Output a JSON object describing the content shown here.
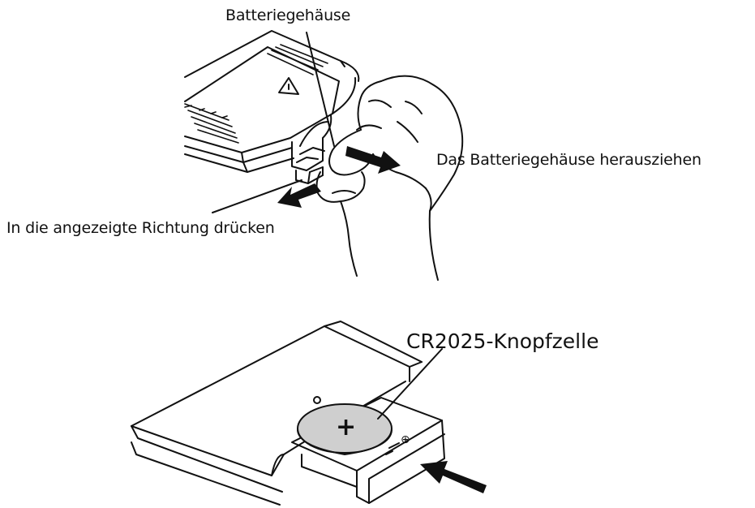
{
  "labels": {
    "battery_housing": "Batteriegehäuse",
    "pull_out": "Das Batteriegehäuse herausziehen",
    "press_direction": "In die angezeigte Richtung drücken",
    "coin_cell": "CR2025-Knopfzelle"
  },
  "cell_symbols": {
    "plus": "+",
    "tray_plus": "⊕"
  },
  "colors": {
    "line": "#111111",
    "battery_fill": "#cfcfcf",
    "background": "#ffffff"
  }
}
